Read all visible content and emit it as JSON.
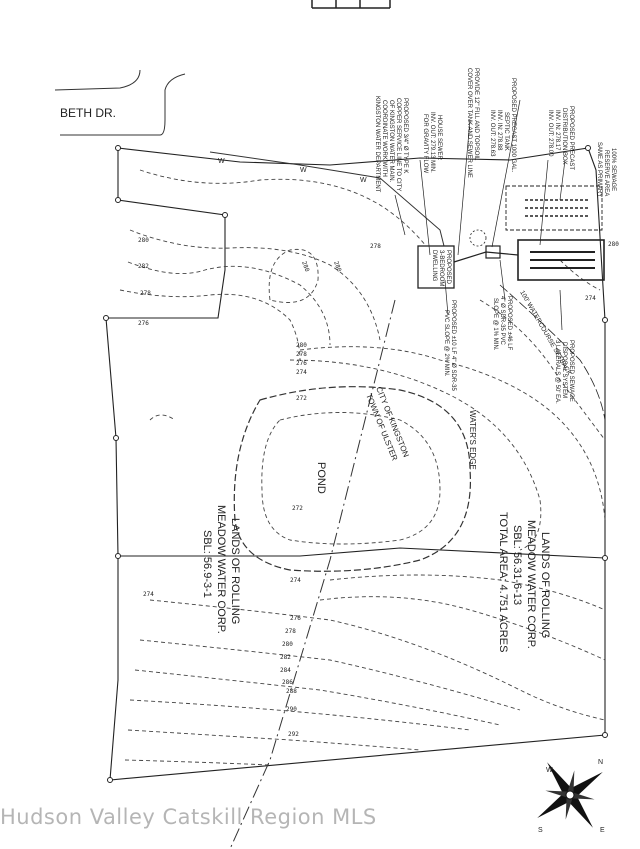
{
  "street": {
    "name": "BETH DR."
  },
  "parcel_right": {
    "line1": "LANDS OF ROLLING",
    "line2": "MEADOW WATER CORP.",
    "line3": "SBL: 56.31-6-13",
    "line4": "TOTAL AREA: 4.751 ACRES"
  },
  "parcel_left": {
    "line1": "LANDS OF ROLLING",
    "line2": "MEADOW WATER CORP.",
    "line3": "SBL: 56.9-3-1"
  },
  "pond": {
    "label": "POND"
  },
  "water_edge": {
    "label": "WATER'S EDGE"
  },
  "municipal": {
    "line1": "CITY OF KINGSTON",
    "line2": "TOWN OF ULSTER"
  },
  "dwelling": {
    "line1": "PROPOSED",
    "line2": "3-BEDROOM",
    "line3": "DWELLING"
  },
  "well_setback": {
    "label": "100' WATERCOURSE SETBACK"
  },
  "notes": {
    "reserve": [
      "100% SEWAGE",
      "RESERVE AREA",
      "SAME AS PRIMARY"
    ],
    "distribution": [
      "PROPOSED PRECAST",
      "DISTRIBUTION BOX",
      "INV. IN: 278.17",
      "INV. OUT: 278.00"
    ],
    "septic": [
      "PROPOSED PRECAST 1000 GAL.",
      "SEPTIC TANK",
      "INV. IN: 278.88",
      "INV. OUT: 278.63"
    ],
    "fill": [
      "PROVIDE 12\" FILL AND TOPSOIL",
      "COVER OVER TANK AND SEWER LINE"
    ],
    "house_sewer": [
      "HOUSE SEWER",
      "INV. OUT: 279.13 MIN.",
      "FOR GRAVITY FLOW"
    ],
    "water_service": [
      "PROPOSED 3/4\" Ø TYPE K",
      "COPPER SERVICE LINE TO CITY",
      "OF KINGSTON WATER MAIN.",
      "COORDINATE WORK WITH",
      "KINGSTON WATER DEPARTMENT"
    ],
    "pvc_lower": [
      "PROPOSED ±10 LF 4\" Ø SDR-35",
      "PVC SLOPE @ 2% MIN."
    ],
    "pvc_upper": [
      "PROPOSED ±46 LF",
      "4\" Ø SDR-35 PVC",
      "SLOPE @ 1% MIN."
    ],
    "disposal": [
      "PROPOSED SEWAGE",
      "DISPOSAL SYSTEM",
      "3 LATERALS @ 50' EA."
    ]
  },
  "contours": {
    "c272": "272",
    "c274": "274",
    "c276": "276",
    "c278": "278",
    "c280": "280",
    "c282": "282",
    "c284": "284",
    "c286": "286",
    "c288": "288",
    "c290": "290",
    "c292": "292"
  },
  "utility_symbol": {
    "water": "W"
  },
  "compass": {
    "north": "N",
    "south": "S",
    "east": "E",
    "west": "W"
  },
  "watermark": {
    "text": "Hudson Valley Catskill Region MLS"
  }
}
